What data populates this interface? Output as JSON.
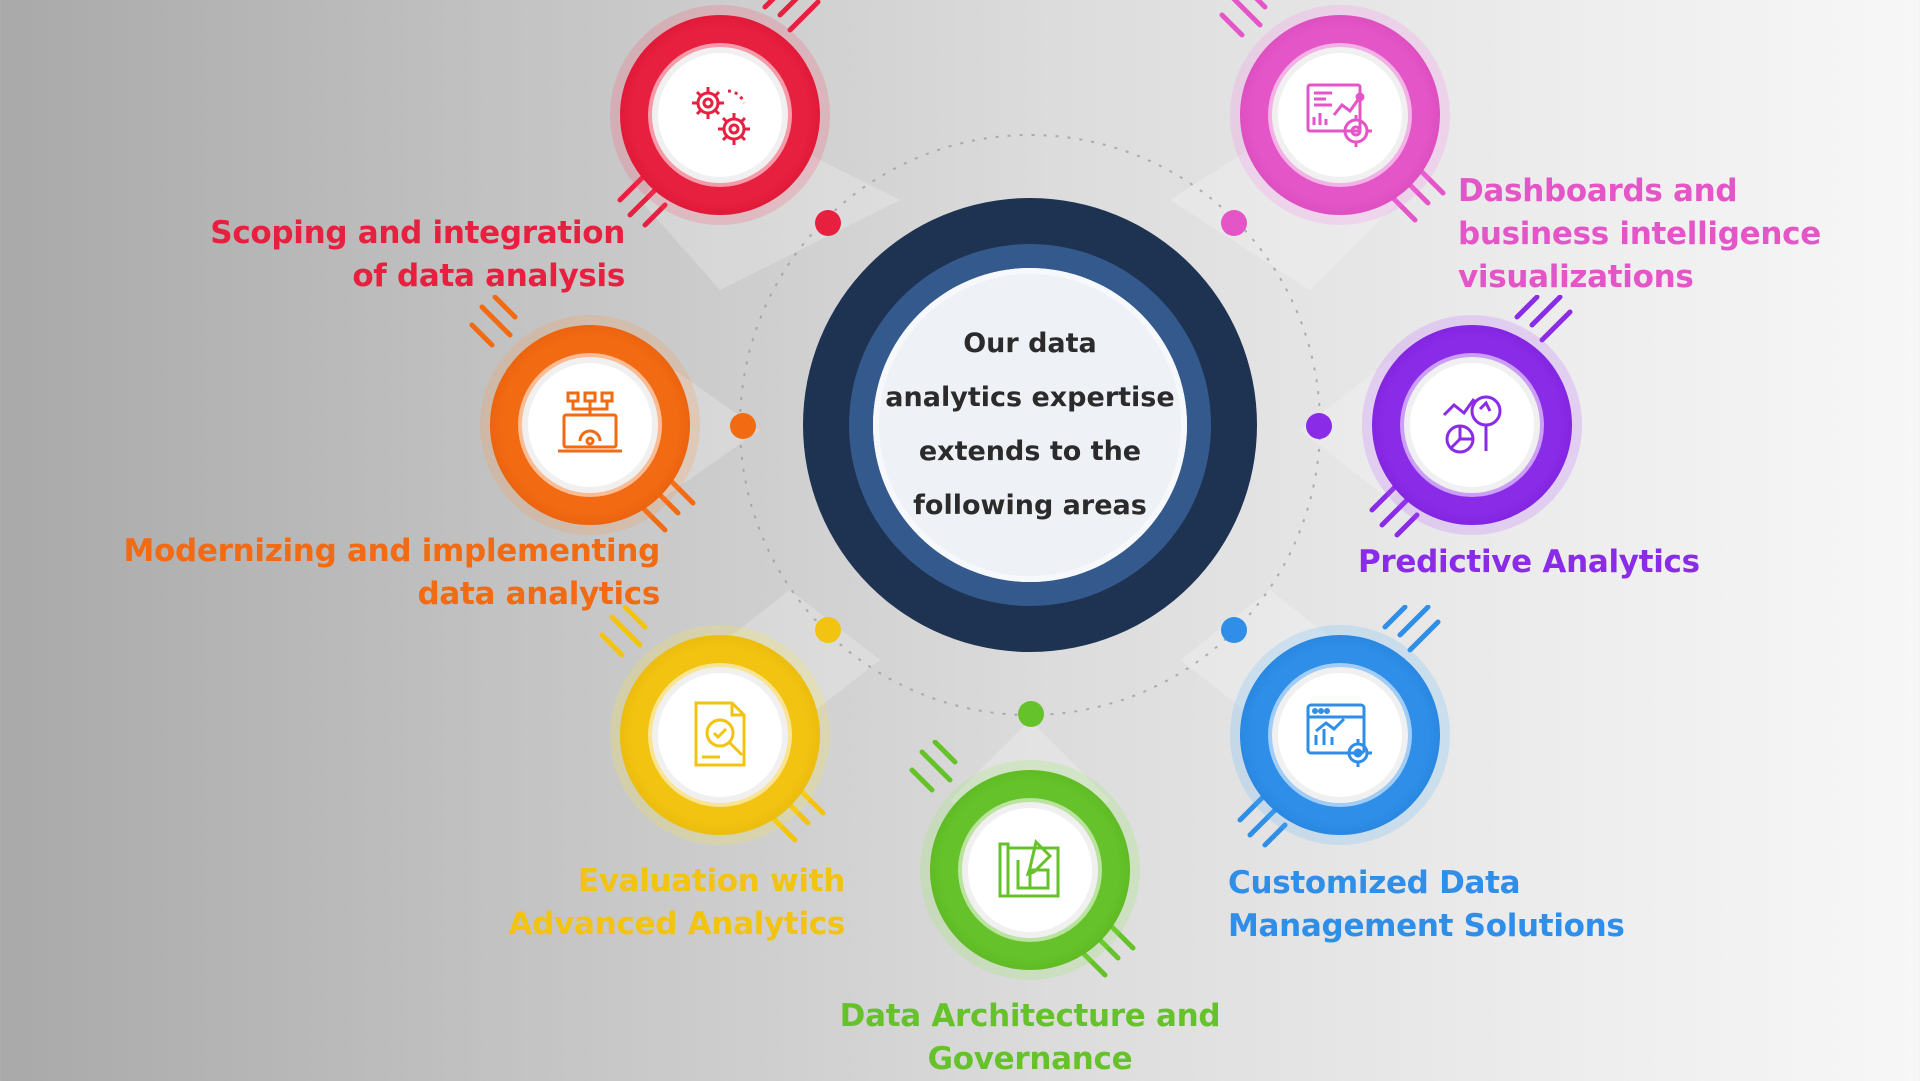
{
  "center": {
    "text": "Our data\nanalytics expertise\nextends to the\nfollowing areas"
  },
  "colors": {
    "red": "#e8203f",
    "orange": "#f26a12",
    "yellow": "#f2c311",
    "green": "#66c22a",
    "blue": "#2f8ee8",
    "purple": "#8a2be8",
    "pink": "#e455c8",
    "center_dark": "#1e3352",
    "center_mid": "#34598d"
  },
  "areas": [
    {
      "key": "scoping",
      "label": "Scoping and integration\nof data analysis",
      "color": "#e8203f",
      "icon": "gears-icon"
    },
    {
      "key": "modernizing",
      "label": "Modernizing and implementing\ndata analytics",
      "color": "#f26a12",
      "icon": "laptop-network-icon"
    },
    {
      "key": "evaluation",
      "label": "Evaluation with\nAdvanced Analytics",
      "color": "#f2c311",
      "icon": "document-magnifier-icon"
    },
    {
      "key": "architecture",
      "label": "Data Architecture and\nGovernance",
      "color": "#66c22a",
      "icon": "blueprint-pencil-icon"
    },
    {
      "key": "customized",
      "label": "Customized Data\nManagement Solutions",
      "color": "#2f8ee8",
      "icon": "browser-chart-gear-icon"
    },
    {
      "key": "predictive",
      "label": "Predictive Analytics",
      "color": "#8a2be8",
      "icon": "chart-magnifier-icon"
    },
    {
      "key": "dashboards",
      "label": "Dashboards and\nbusiness intelligence\nvisualizations",
      "color": "#e455c8",
      "icon": "dashboard-gear-icon"
    }
  ]
}
